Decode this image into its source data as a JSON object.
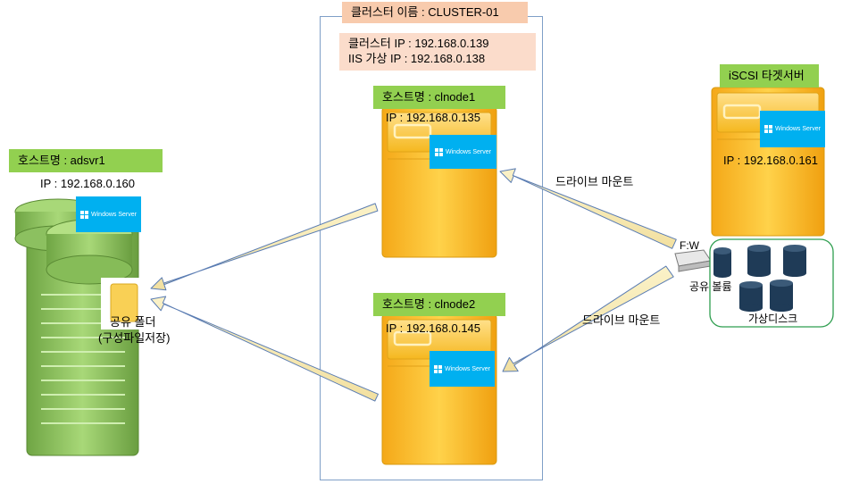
{
  "cluster": {
    "name_label": "클러스터 이름 : CLUSTER-01",
    "ip_label": "클러스터 IP : 192.168.0.139",
    "iis_ip_label": "IIS 가상 IP : 192.168.0.138"
  },
  "node1": {
    "host_label": "호스트명 : clnode1",
    "ip_label": "IP : 192.168.0.135",
    "os_logo": "Windows Server"
  },
  "node2": {
    "host_label": "호스트명 : clnode2",
    "ip_label": "IP : 192.168.0.145",
    "os_logo": "Windows Server"
  },
  "adsvr": {
    "host_label": "호스트명 : adsvr1",
    "ip_label": "IP : 192.168.0.160",
    "os_logo": "Windows Server",
    "share_folder_label": "공유 폴더",
    "share_folder_sub": "(구성파일저장)"
  },
  "iscsi": {
    "title": "iSCSI 타겟서버",
    "ip_label": "IP : 192.168.0.161",
    "os_logo": "Windows Server",
    "fw_label": "F:W",
    "share_volume_label": "공유 볼륨",
    "virtual_disk_label": "가상디스크"
  },
  "links": {
    "drive_mount_1": "드라이브 마운트",
    "drive_mount_2": "드라이브 마운트"
  },
  "colors": {
    "green_label": "#92d050",
    "peach": "#fbdccb",
    "server_orange": "#f5b820",
    "logo_blue": "#00b0f0",
    "disk_navy": "#1f3b57"
  }
}
